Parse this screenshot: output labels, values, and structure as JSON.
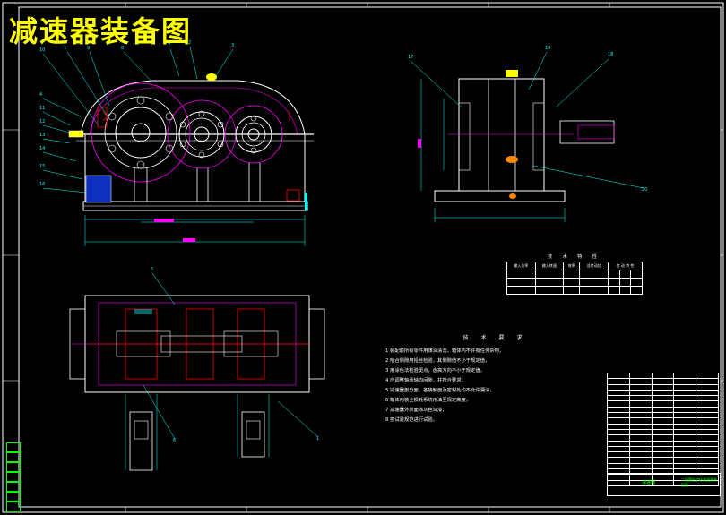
{
  "drawing": {
    "title": "减速器装备图"
  },
  "technical_requirements": {
    "title": "技 术 要 求",
    "items": [
      "1 装配前所有零件用煤油清洗，箱体内不许有任何杂物，",
      "2 啮合侧隙用铅丝检验，其侧隙值不小于规定值，",
      "3 用涂色法检验斑点，齿高方向不小于规定值，",
      "4 应调整轴承轴向间隙，并符合要求，",
      "5 减速器剖分面、各接触面及密封处均不允许漏油，",
      "6 箱体内装全损耗系统用油至规定高度，",
      "7 减速器外表面涂灰色油漆，",
      "8 按试验规范进行试验。"
    ]
  },
  "characteristics": {
    "title": "技 术 特 性",
    "header": [
      "输入功率",
      "输入转速",
      "效率",
      "总传动比",
      "传 动 特 性"
    ],
    "rows": [
      [
        "",
        "",
        "",
        "",
        "",
        "",
        ""
      ],
      [
        "",
        "",
        "",
        "",
        "",
        "",
        ""
      ]
    ]
  },
  "title_block": {
    "name": "减速器",
    "subtitle": "二级圆柱齿轮减速器装配图"
  },
  "callouts_front": [
    "10",
    "1",
    "9",
    "8",
    "7",
    "2",
    "3",
    "4",
    "11",
    "12",
    "13",
    "14",
    "15",
    "16"
  ],
  "callouts_side": [
    "17",
    "18",
    "19",
    "20"
  ],
  "callouts_top": [
    "5",
    "6",
    "1"
  ],
  "colors": {
    "background": "#000000",
    "lines": "#ffffff",
    "magenta": "#ff00ff",
    "cyan": "#00ffff",
    "red": "#ff0000",
    "yellow": "#ffff00",
    "green": "#00ff00"
  }
}
